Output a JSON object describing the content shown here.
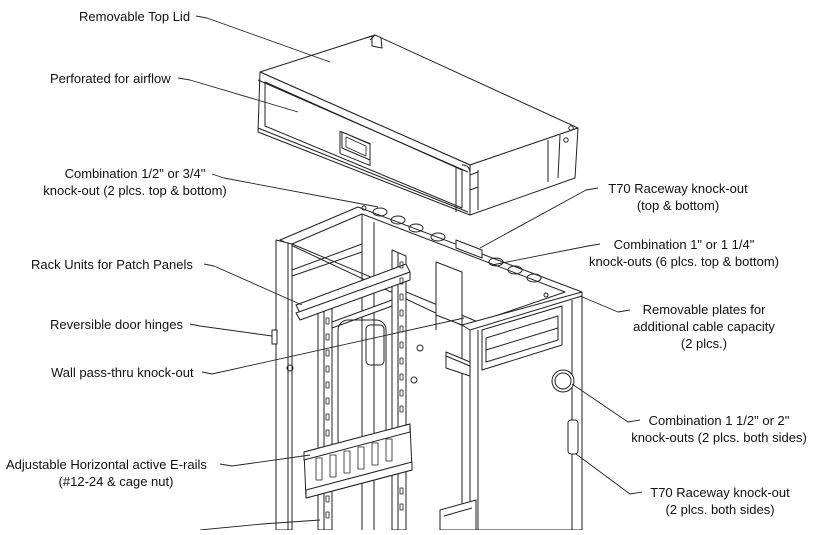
{
  "callouts": {
    "top_lid": "Removable Top Lid",
    "airflow": "Perforated for airflow",
    "combo_small_l1": "Combination 1/2\" or 3/4\"",
    "combo_small_l2": "knock-out (2 plcs. top & bottom)",
    "rack_units": "Rack Units for Patch Panels",
    "door_hinges": "Reversible door hinges",
    "wall_passthru": "Wall pass-thru knock-out",
    "erails_l1": "Adjustable Horizontal active E-rails",
    "erails_l2": "(#12-24 & cage nut)",
    "t70_top_l1": "T70 Raceway knock-out",
    "t70_top_l2": "(top & bottom)",
    "combo_1in_l1": "Combination 1\" or 1 1/4\"",
    "combo_1in_l2": "knock-outs (6 plcs. top & bottom)",
    "plates_l1": "Removable plates for",
    "plates_l2": "additional cable capacity",
    "plates_l3": "(2 plcs.)",
    "combo_side_l1": "Combination 1 1/2\" or 2\"",
    "combo_side_l2": "knock-outs (2 plcs. both sides)",
    "t70_side_l1": "T70 Raceway knock-out",
    "t70_side_l2": "(2 plcs. both sides)"
  },
  "colors": {
    "ink": "#111111",
    "line": "#222222",
    "fill": "#ffffff",
    "shade": "#e6e6e6"
  }
}
